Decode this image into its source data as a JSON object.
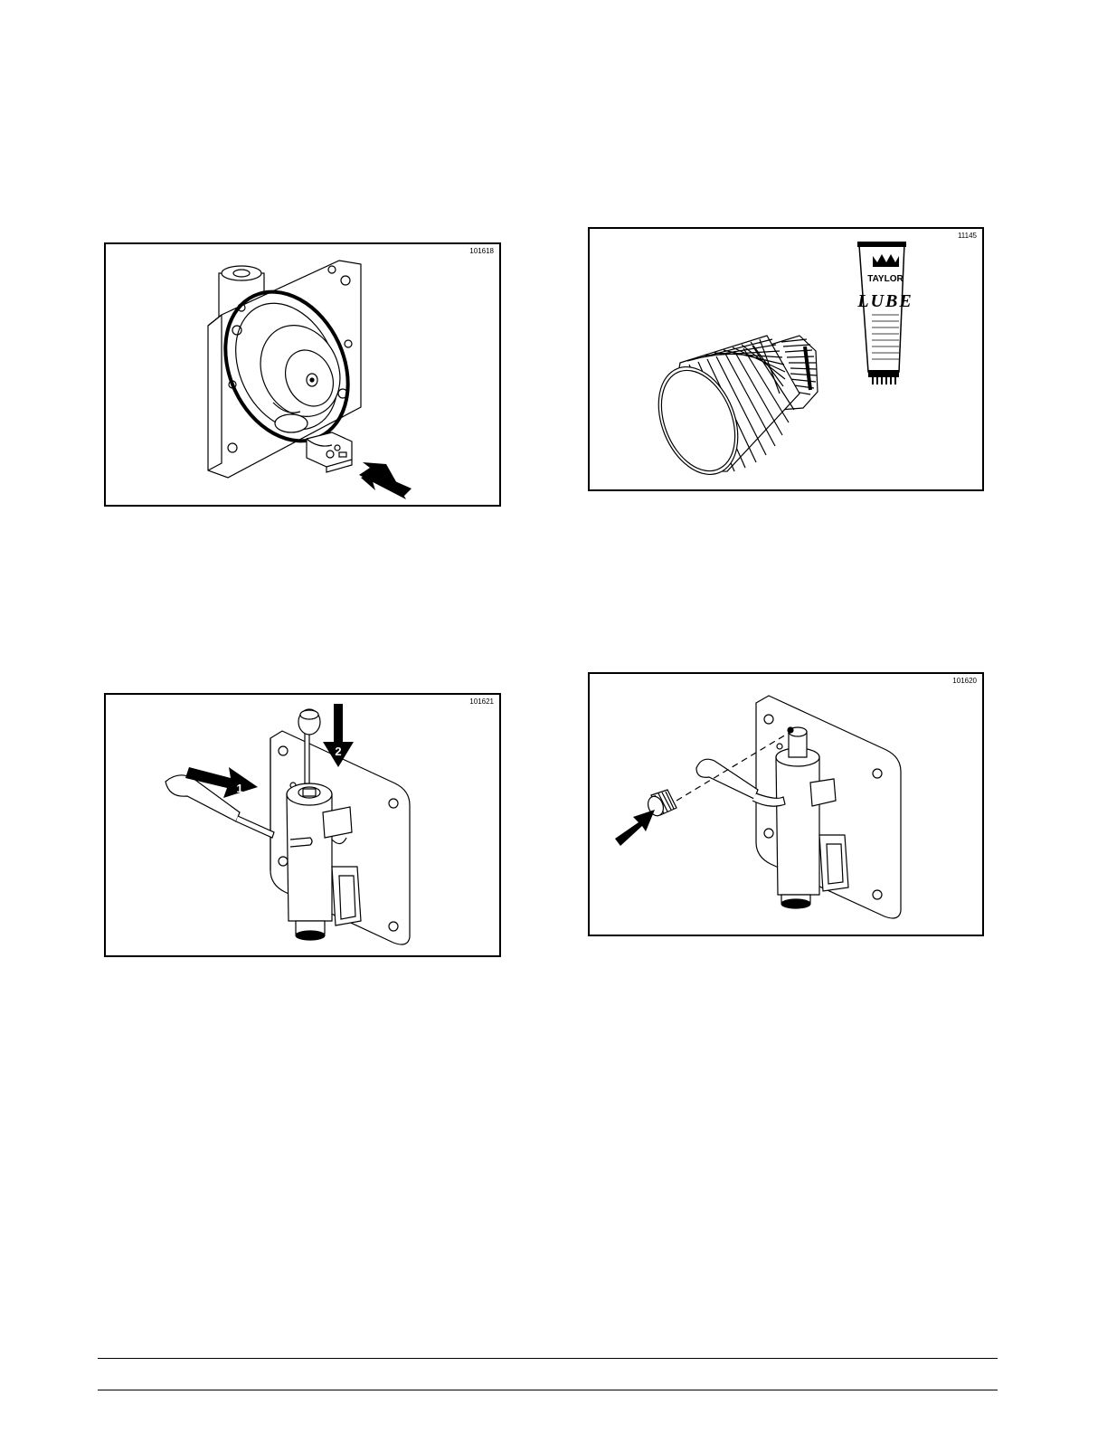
{
  "figures": [
    {
      "id": "fig-a",
      "number": "101618"
    },
    {
      "id": "fig-b",
      "number": "11145"
    },
    {
      "id": "fig-c",
      "number": "101621",
      "callouts": [
        "1",
        "2"
      ]
    },
    {
      "id": "fig-d",
      "number": "101620"
    }
  ],
  "lube_tube": {
    "brand": "TAYLOR",
    "product": "LUBE"
  },
  "colors": {
    "ink": "#000000",
    "paper": "#ffffff"
  }
}
